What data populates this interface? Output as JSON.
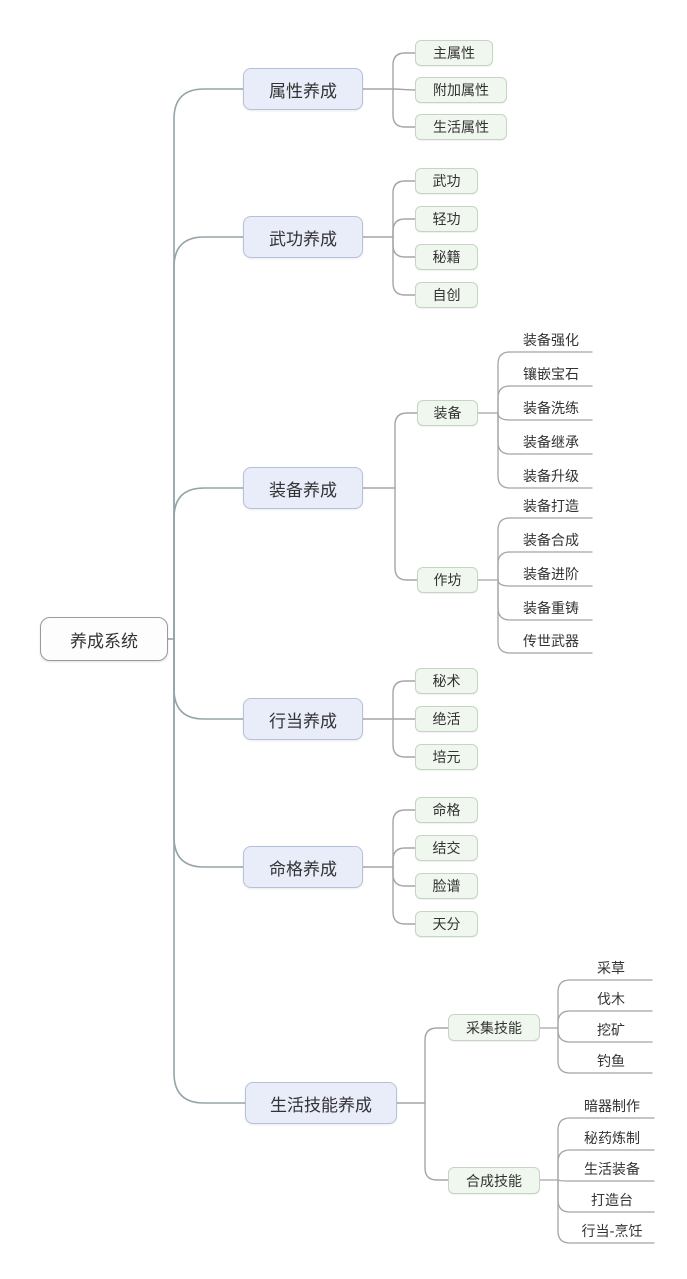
{
  "mindmap": {
    "root": {
      "label": "养成系统"
    },
    "branches": [
      {
        "label": "属性养成",
        "children": [
          {
            "label": "主属性"
          },
          {
            "label": "附加属性"
          },
          {
            "label": "生活属性"
          }
        ]
      },
      {
        "label": "武功养成",
        "children": [
          {
            "label": "武功"
          },
          {
            "label": "轻功"
          },
          {
            "label": "秘籍"
          },
          {
            "label": "自创"
          }
        ]
      },
      {
        "label": "装备养成",
        "children": [
          {
            "label": "装备",
            "children": [
              {
                "label": "装备强化"
              },
              {
                "label": "镶嵌宝石"
              },
              {
                "label": "装备洗练"
              },
              {
                "label": "装备继承"
              },
              {
                "label": "装备升级"
              }
            ]
          },
          {
            "label": "作坊",
            "children": [
              {
                "label": "装备打造"
              },
              {
                "label": "装备合成"
              },
              {
                "label": "装备进阶"
              },
              {
                "label": "装备重铸"
              },
              {
                "label": "传世武器"
              }
            ]
          }
        ]
      },
      {
        "label": "行当养成",
        "children": [
          {
            "label": "秘术"
          },
          {
            "label": "绝活"
          },
          {
            "label": "培元"
          }
        ]
      },
      {
        "label": "命格养成",
        "children": [
          {
            "label": "命格"
          },
          {
            "label": "结交"
          },
          {
            "label": "脸谱"
          },
          {
            "label": "天分"
          }
        ]
      },
      {
        "label": "生活技能养成",
        "children": [
          {
            "label": "采集技能",
            "children": [
              {
                "label": "采草"
              },
              {
                "label": "伐木"
              },
              {
                "label": "挖矿"
              },
              {
                "label": "钓鱼"
              }
            ]
          },
          {
            "label": "合成技能",
            "children": [
              {
                "label": "暗器制作"
              },
              {
                "label": "秘药炼制"
              },
              {
                "label": "生活装备"
              },
              {
                "label": "打造台"
              },
              {
                "label": "行当-烹饪"
              }
            ]
          }
        ]
      }
    ],
    "colors": {
      "branch_node_fill": "#e9edfa",
      "branch_node_border": "#b6c0d8",
      "leaf_node_fill": "#f0f7ee",
      "leaf_node_border": "#c4d5c2",
      "connector_line": "#a5a5a5",
      "trunk_line": "#93a5a9",
      "text": "#333333",
      "background": "#ffffff"
    }
  }
}
